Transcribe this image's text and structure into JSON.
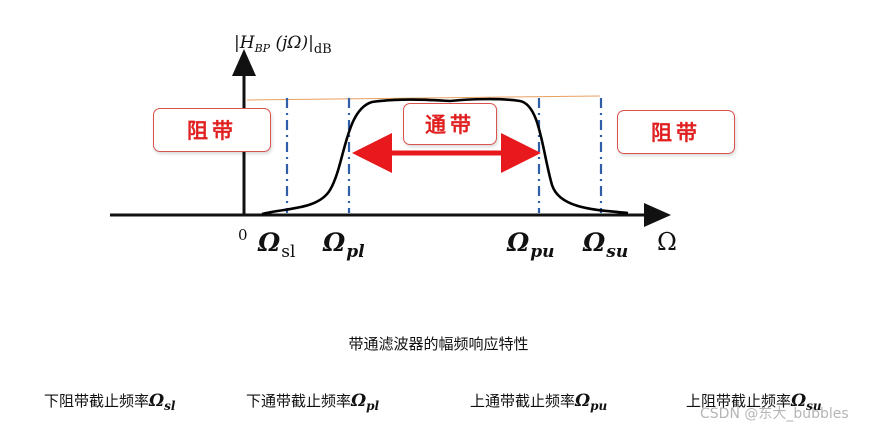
{
  "diagram": {
    "y_axis_label": {
      "mag_left": "|",
      "H": "H",
      "sub": "BP",
      "arg": "(jΩ)",
      "mag_right": "|",
      "unit": "dB"
    },
    "x_axis_label": "Ω",
    "origin_label": "0",
    "bands": {
      "stop_left": "阻带",
      "pass": "通带",
      "stop_right": "阻带"
    },
    "ticks": [
      {
        "main": "Ω",
        "sub": "sl",
        "sub_upright": true
      },
      {
        "main": "Ω",
        "sub": "pl",
        "sub_upright": false
      },
      {
        "main": "Ω",
        "sub": "pu",
        "sub_upright": false
      },
      {
        "main": "Ω",
        "sub": "su",
        "sub_upright": false
      }
    ],
    "colors": {
      "axis": "#111111",
      "curve": "#000000",
      "dashed_lines": "#2e5fa8",
      "passband_arrow": "#e8191c",
      "top_line": "#e8a060",
      "band_text": "#e02020"
    }
  },
  "caption": "带通滤波器的幅频响应特性",
  "definitions": [
    {
      "text": "下阻带截止频率",
      "sym": "Ω",
      "sub": "sl"
    },
    {
      "text": "下通带截止频率",
      "sym": "Ω",
      "sub": "pl"
    },
    {
      "text": "上通带截止频率",
      "sym": "Ω",
      "sub": "pu"
    },
    {
      "text": "上阻带截止频率",
      "sym": "Ω",
      "sub": "su"
    }
  ],
  "watermark": "CSDN @东大_bubbles"
}
